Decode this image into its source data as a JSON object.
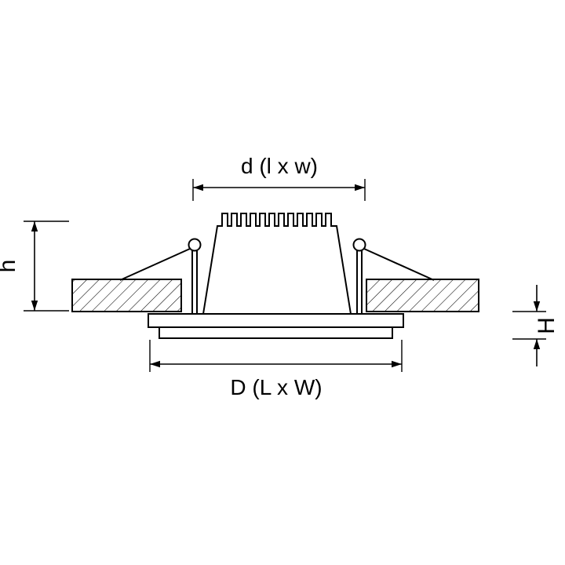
{
  "labels": {
    "top_dimension": "d (l x w)",
    "bottom_dimension": "D (L x W)",
    "left_dimension": "h",
    "right_dimension": "H"
  },
  "colors": {
    "line": "#000000",
    "background": "#ffffff"
  }
}
